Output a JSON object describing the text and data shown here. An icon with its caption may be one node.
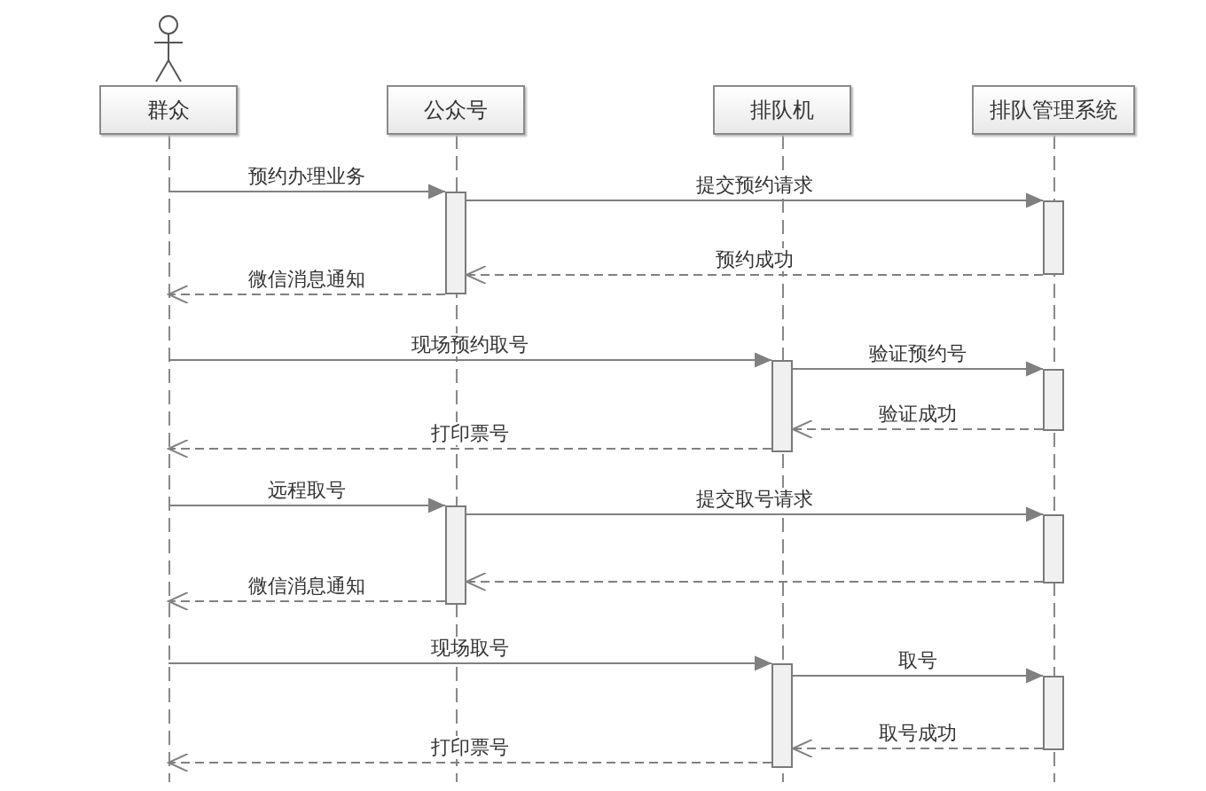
{
  "diagram": {
    "nodes": [
      {
        "text": [
          "群众"
        ]
      },
      {
        "text": [
          "公众号"
        ]
      },
      {
        "text": [
          "排队机"
        ]
      },
      {
        "text": [
          "排队管理系统"
        ]
      },
      {
        "text": [],
        "shape": "bar",
        "in": 1
      },
      {
        "text": [],
        "shape": "bar",
        "in": 3
      },
      {
        "text": [],
        "shape": "bar",
        "in": 2
      },
      {
        "text": [],
        "shape": "bar",
        "in": 3
      },
      {
        "text": [],
        "shape": "bar",
        "in": 1
      },
      {
        "text": [],
        "shape": "bar",
        "in": 3
      },
      {
        "text": [],
        "shape": "bar",
        "in": 2
      },
      {
        "text": [],
        "shape": "bar",
        "in": 3
      }
    ],
    "edges": [
      {
        "from": 0,
        "to": 4,
        "arrow": "to",
        "label": "预约办理业务"
      },
      {
        "from": 4,
        "to": 5,
        "arrow": "to",
        "label": "提交预约请求"
      },
      {
        "from": 5,
        "to": 4,
        "arrow": "to",
        "style": "dashed",
        "label": "预约成功"
      },
      {
        "from": 4,
        "to": 0,
        "arrow": "to",
        "style": "dashed",
        "label": "微信消息通知"
      },
      {
        "from": 0,
        "to": 6,
        "arrow": "to",
        "label": "现场预约取号"
      },
      {
        "from": 6,
        "to": 7,
        "arrow": "to",
        "label": "验证预约号"
      },
      {
        "from": 7,
        "to": 6,
        "arrow": "to",
        "style": "dashed",
        "label": "验证成功"
      },
      {
        "from": 6,
        "to": 0,
        "arrow": "to",
        "style": "dashed",
        "label": "打印票号"
      },
      {
        "from": 0,
        "to": 8,
        "arrow": "to",
        "label": "远程取号"
      },
      {
        "from": 8,
        "to": 9,
        "arrow": "to",
        "label": "提交取号请求"
      },
      {
        "from": 9,
        "to": 8,
        "arrow": "to",
        "style": "dashed"
      },
      {
        "from": 8,
        "to": 0,
        "arrow": "to",
        "style": "dashed",
        "label": "微信消息通知"
      },
      {
        "from": 0,
        "to": 10,
        "arrow": "to",
        "label": "现场取号"
      },
      {
        "from": 10,
        "to": 11,
        "arrow": "to",
        "label": "取号"
      },
      {
        "from": 11,
        "to": 10,
        "arrow": "to",
        "style": "dashed",
        "label": "取号成功"
      },
      {
        "from": 10,
        "to": 0,
        "arrow": "to",
        "style": "dashed",
        "label": "打印票号"
      }
    ]
  }
}
